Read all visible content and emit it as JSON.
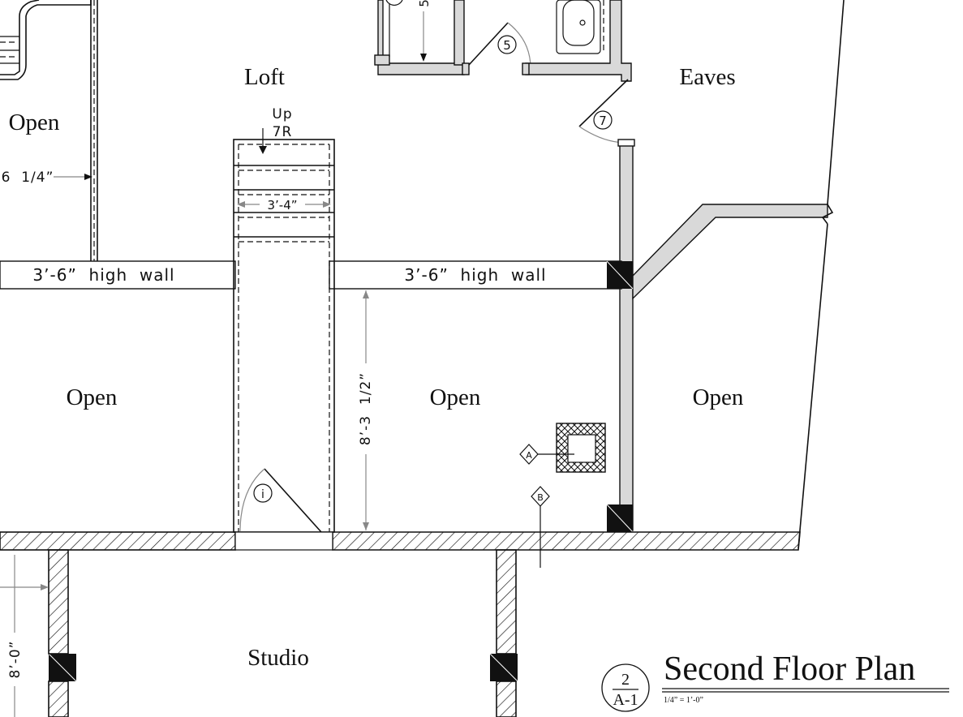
{
  "rooms": {
    "loft": "Loft",
    "eaves": "Eaves",
    "open_top_left": "Open",
    "open_left": "Open",
    "open_center": "Open",
    "open_right": "Open",
    "studio": "Studio"
  },
  "stair": {
    "up": "Up",
    "risers": "7R",
    "width": "3’-4”"
  },
  "walls": {
    "low_wall_left": "3’-6”  high  wall",
    "low_wall_right": "3’-6”  high  wall"
  },
  "dimensions": {
    "left_partial": "6  1/4”",
    "vertical_center": "8’-3  1/2”",
    "vertical_left": "8’-0”",
    "top_partial": "5"
  },
  "tags": {
    "door_5": "5",
    "door_7": "7",
    "door_i": "i",
    "section_a": "A",
    "section_b": "B"
  },
  "title_block": {
    "title": "Second Floor Plan",
    "scale": "1/4” = 1’-0”",
    "sheet_number": "2",
    "sheet_ref": "A-1"
  }
}
